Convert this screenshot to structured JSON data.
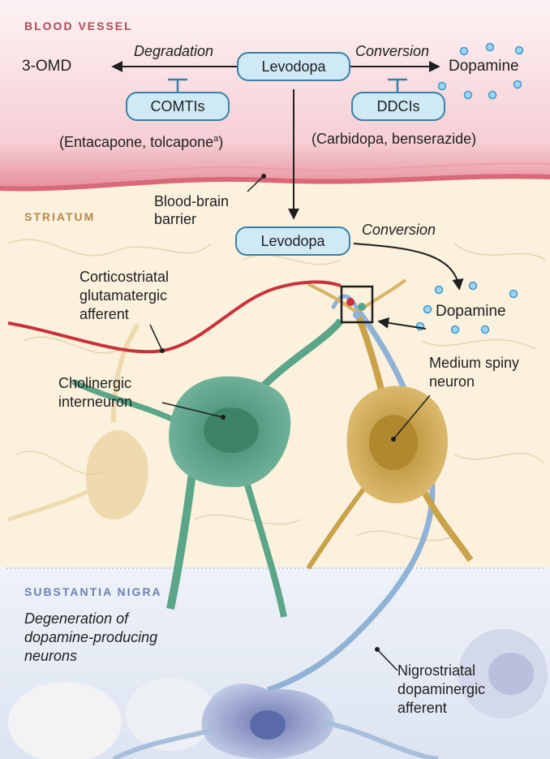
{
  "regions": {
    "blood_vessel": "BLOOD VESSEL",
    "striatum": "STRIATUM",
    "substantia_nigra": "SUBSTANTIA NIGRA"
  },
  "vessel": {
    "degradation": "Degradation",
    "conversion": "Conversion",
    "product_left": "3-OMD",
    "product_right": "Dopamine",
    "levodopa": "Levodopa",
    "inhibitor_left": "COMTIs",
    "inhibitor_right": "DDCIs",
    "examples_left": "(Entacapone, tolcapone",
    "examples_left_sup": "a",
    "examples_left_end": ")",
    "examples_right": "(Carbidopa, benserazide)"
  },
  "barrier": {
    "line1": "Blood-brain",
    "line2": "barrier"
  },
  "striatum": {
    "levodopa": "Levodopa",
    "conversion": "Conversion",
    "dopamine": "Dopamine",
    "cortico_1": "Corticostriatal",
    "cortico_2": "glutamatergic",
    "cortico_3": "afferent",
    "cholinergic_1": "Cholinergic",
    "cholinergic_2": "interneuron",
    "msn_1": "Medium spiny",
    "msn_2": "neuron"
  },
  "nigra": {
    "degen_1": "Degeneration of",
    "degen_2": "dopamine-producing",
    "degen_3": "neurons",
    "nigro_1": "Nigrostriatal",
    "nigro_2": "dopaminergic",
    "nigro_3": "afferent"
  },
  "colors": {
    "vessel_top": "#fbeef0",
    "vessel_wall": "#d9687a",
    "striatum_bg": "#fbf1dd",
    "nigra_bg": "#e9eef7",
    "pill_fill": "#cfe9f5",
    "pill_stroke": "#3b7fa8",
    "cortico_red": "#c8323a",
    "cholinergic_green": "#4f9a80",
    "msn_gold": "#c9a24a",
    "nigral_blue": "#8fb2d6",
    "region_text": "#b04a58",
    "nigra_text": "#6f7fb3"
  }
}
